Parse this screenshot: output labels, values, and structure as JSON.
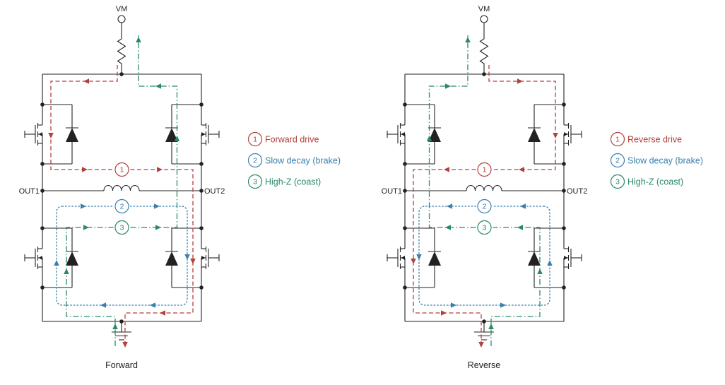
{
  "colors": {
    "wire": "#222222",
    "path_red": "#b2423b",
    "path_blue": "#3b7fae",
    "path_green": "#2a8a64"
  },
  "diagrams": [
    {
      "vm_label": "VM",
      "out1_label": "OUT1",
      "out2_label": "OUT2",
      "caption": "Forward",
      "legend": [
        {
          "num": "1",
          "label": "Forward drive"
        },
        {
          "num": "2",
          "label": "Slow decay (brake)"
        },
        {
          "num": "3",
          "label": "High-Z (coast)"
        }
      ]
    },
    {
      "vm_label": "VM",
      "out1_label": "OUT1",
      "out2_label": "OUT2",
      "caption": "Reverse",
      "legend": [
        {
          "num": "1",
          "label": "Reverse drive"
        },
        {
          "num": "2",
          "label": "Slow decay (brake)"
        },
        {
          "num": "3",
          "label": "High-Z (coast)"
        }
      ]
    }
  ]
}
